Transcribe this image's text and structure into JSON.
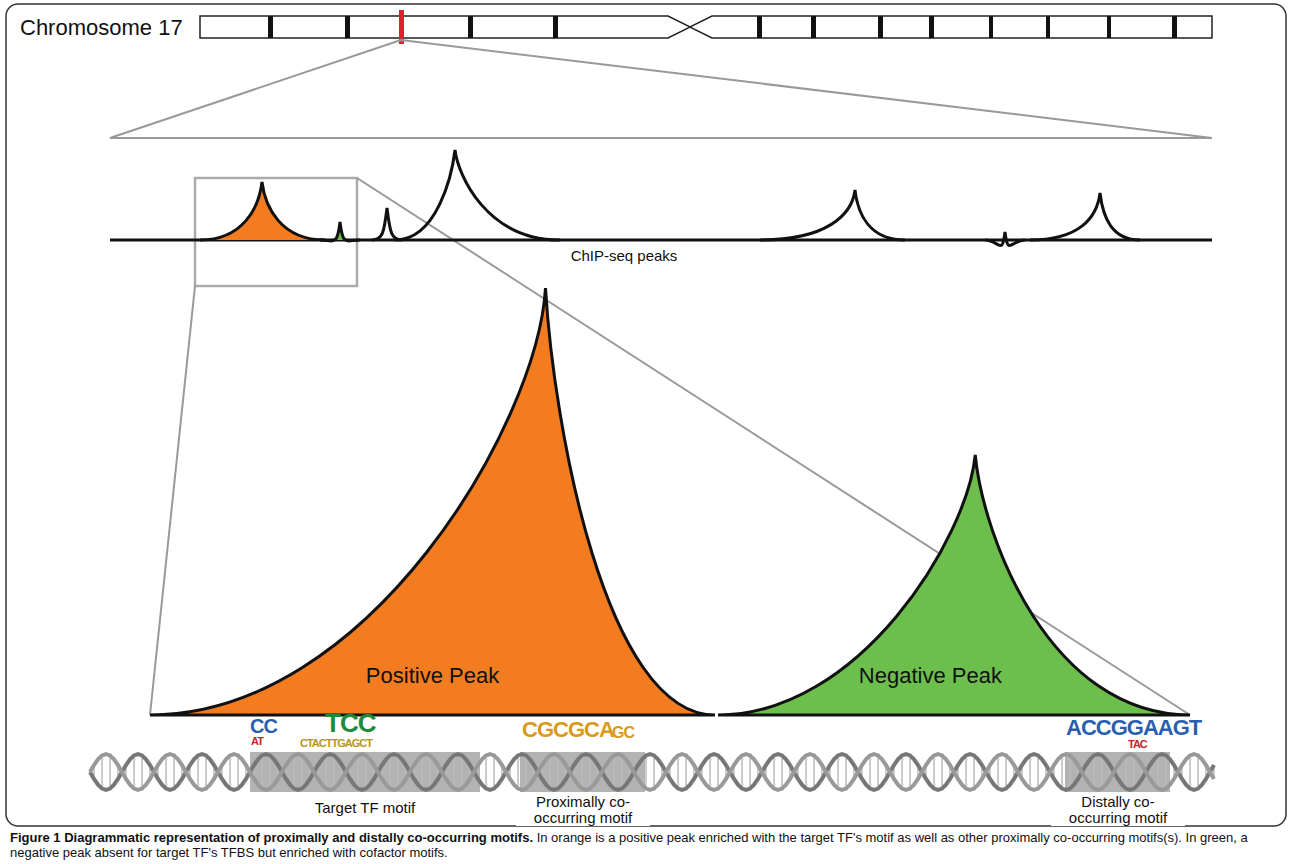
{
  "diagram": {
    "title": "Figure 1 Diagrammatic representation of proximally and distally co-occurring motifs.",
    "caption": "In orange is a positive peak enriched with the target TF's motif as well as other proximally co-occurring motifs(s). In green, a negative peak absent for target TF's TFBS but enriched with cofactor motifs.",
    "nodes": [
      {
        "text": [
          "Positive Peak"
        ]
      },
      {
        "text": [
          "Negative Peak"
        ]
      }
    ],
    "edges": [],
    "labels": [
      "Chromosome 17",
      "ChIP-seq peaks",
      "CC",
      "AT",
      "TCC",
      "CTACTTGAGCT",
      "CGCGCA",
      "GC",
      "ACCGGAAGT",
      "TAC",
      "Target TF motif",
      "Proximally co-occurring motif",
      "Distally co-occurring motif"
    ]
  }
}
